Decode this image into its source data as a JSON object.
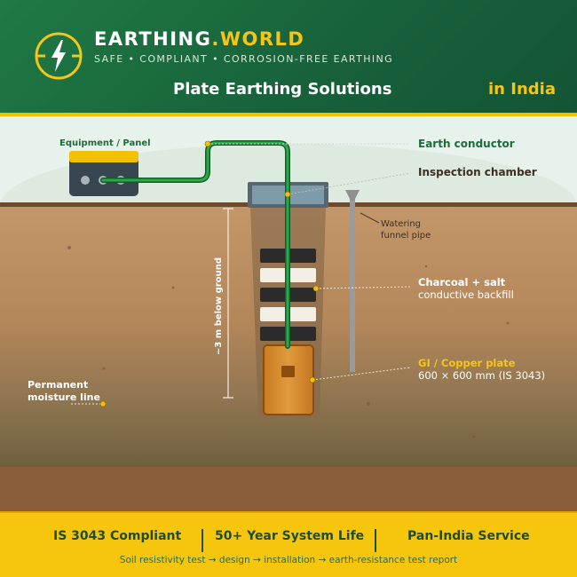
{
  "header": {
    "brand_main": "EARTHING",
    "brand_accent": ".WORLD",
    "tagline": "SAFE • COMPLIANT • CORROSION-FREE EARTHING",
    "title": "Plate Earthing Solutions",
    "subtitle": "in India",
    "logo_icon": "lightning-bolt-icon"
  },
  "diagram": {
    "equipment_label": "Equipment / Panel",
    "callouts": {
      "earth_conductor": "Earth conductor",
      "inspection_chamber": "Inspection chamber",
      "watering_line1": "Watering",
      "watering_line2": "funnel pipe",
      "backfill_title": "Charcoal + salt",
      "backfill_sub": "conductive backfill",
      "plate_title": "GI / Copper plate",
      "plate_sub": "600 × 600 mm (IS 3043)",
      "moisture_line1": "Permanent",
      "moisture_line2": "moisture line",
      "depth": "~3 m below ground"
    }
  },
  "footer": {
    "features": [
      "IS 3043 Compliant",
      "50+ Year System Life",
      "Pan-India Service"
    ],
    "note": "Soil resistivity test → design → installation → earth-resistance test report"
  },
  "colors": {
    "header_green": "#1f7a44",
    "accent_yellow": "#f5c518",
    "conductor_green": "#1f8a3a",
    "soil_brown": "#b98a5c",
    "plate_copper": "#c9822a"
  }
}
